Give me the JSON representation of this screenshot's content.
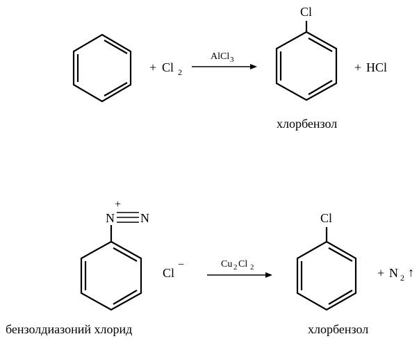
{
  "reaction1": {
    "reagent": "Cl",
    "reagent_sub": "2",
    "plus": "+",
    "catalyst": "AlCl",
    "catalyst_sub": "3",
    "product_substituent": "Cl",
    "byproduct": "HCl",
    "product_name": "хлорбензол"
  },
  "reaction2": {
    "diazo_n1": "N",
    "diazo_n2": "N",
    "charge": "+",
    "counterion": "Cl",
    "counterion_charge": "−",
    "reagent_name": "бензолдиазоний хлорид",
    "catalyst_a": "Cu",
    "catalyst_a_sub": "2",
    "catalyst_b": "Cl",
    "catalyst_b_sub": "2",
    "product_substituent": "Cl",
    "byproduct": "N",
    "byproduct_sub": "2",
    "byproduct_arrow": "↑",
    "plus": "+",
    "product_name": "хлорбензол"
  }
}
